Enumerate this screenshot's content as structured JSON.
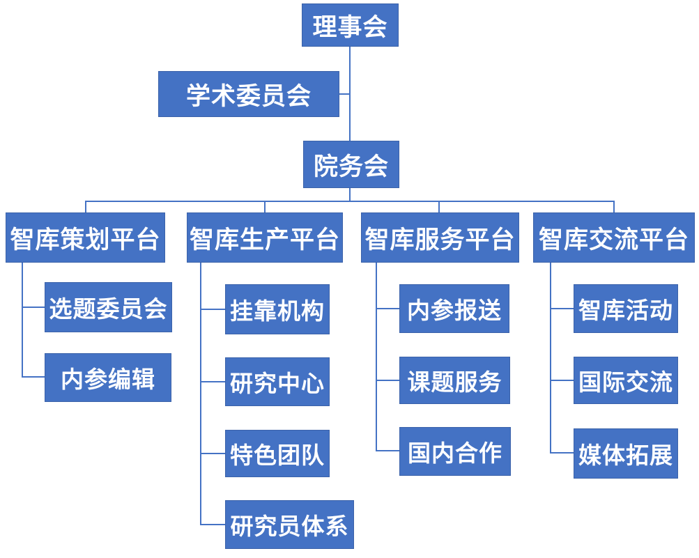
{
  "org": {
    "root": {
      "label": "理事会"
    },
    "committee": {
      "label": "学术委员会"
    },
    "council": {
      "label": "院务会"
    },
    "platforms": [
      {
        "label": "智库策划平台",
        "children": [
          {
            "label": "选题委员会"
          },
          {
            "label": "内参编辑"
          }
        ]
      },
      {
        "label": "智库生产平台",
        "children": [
          {
            "label": "挂靠机构"
          },
          {
            "label": "研究中心"
          },
          {
            "label": "特色团队"
          },
          {
            "label": "研究员体系"
          }
        ]
      },
      {
        "label": "智库服务平台",
        "children": [
          {
            "label": "内参报送"
          },
          {
            "label": "课题服务"
          },
          {
            "label": "国内合作"
          }
        ]
      },
      {
        "label": "智库交流平台",
        "children": [
          {
            "label": "智库活动"
          },
          {
            "label": "国际交流"
          },
          {
            "label": "媒体拓展"
          }
        ]
      }
    ]
  },
  "colors": {
    "node_fill": "#4472C4",
    "node_border": "#3B62A9",
    "connector": "#4472C4",
    "node_text": "#FFFFFF",
    "background": "#FFFFFF"
  }
}
